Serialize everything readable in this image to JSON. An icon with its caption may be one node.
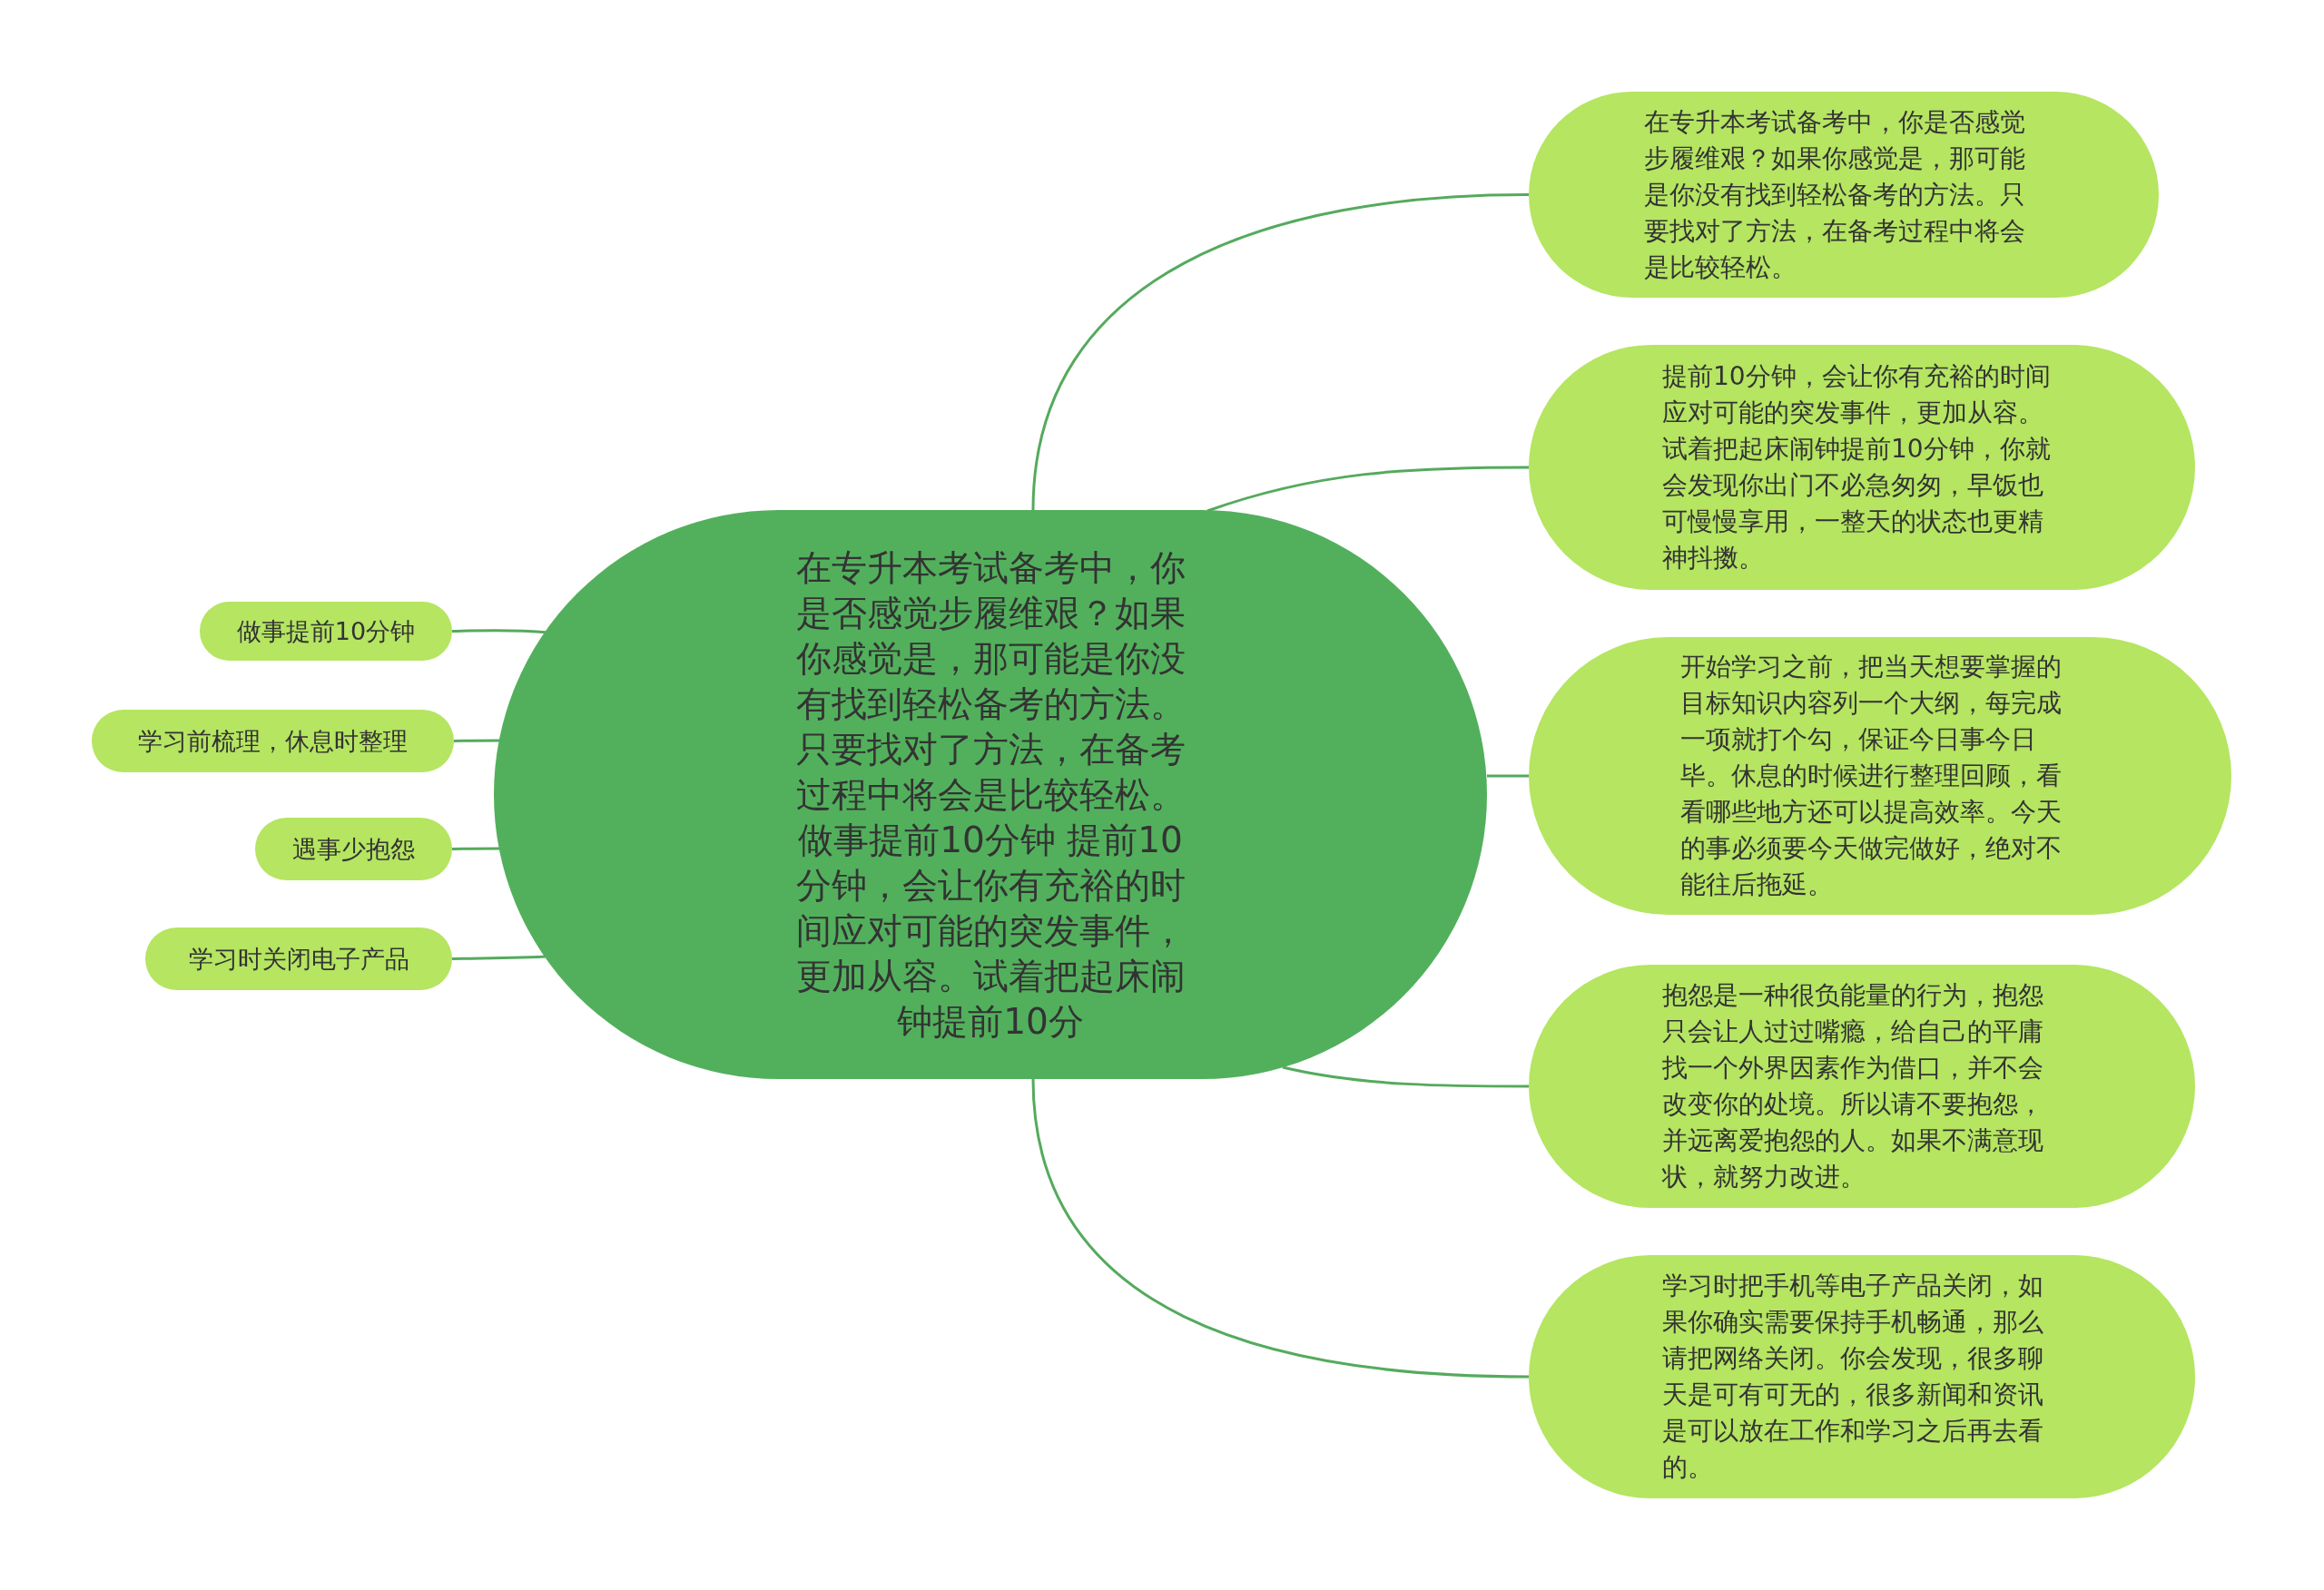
{
  "diagram": {
    "nodes": [
      {
        "text": [
          "在专升本考试备考中，你是否感觉步履维艰？如果你感觉是，那可能是你没有找到轻松备考的方法。只要找对了方法，在备考过程中将会是比较轻松。做事提前10分钟 提前10分钟，会让你有充裕的时间应对可能的突发事件，更加从容。试着把起床闹钟提前10分"
        ]
      },
      {
        "text": [
          "做事提前10分钟"
        ]
      },
      {
        "text": [
          "学习前梳理，休息时整理"
        ]
      },
      {
        "text": [
          "遇事少抱怨"
        ]
      },
      {
        "text": [
          "学习时关闭电子产品"
        ]
      },
      {
        "text": [
          "在专升本考试备考中，你是否感觉步履维艰？如果你感觉是，那可能是你没有找到轻松备考的方法。只要找对了方法，在备考过程中将会是比较轻松。"
        ]
      },
      {
        "text": [
          "提前10分钟，会让你有充裕的时间应对可能的突发事件，更加从容。试着把起床闹钟提前10分钟，你就会发现你出门不必急匆匆，早饭也可慢慢享用，一整天的状态也更精神抖擞。"
        ]
      },
      {
        "text": [
          "开始学习之前，把当天想要掌握的目标知识内容列一个大纲，每完成一项就打个勾，保证今日事今日毕。休息的时候进行整理回顾，看看哪些地方还可以提高效率。今天的事必须要今天做完做好，绝对不能往后拖延。"
        ]
      },
      {
        "text": [
          "抱怨是一种很负能量的行为，抱怨只会让人过过嘴瘾，给自己的平庸找一个外界因素作为借口，并不会改变你的处境。所以请不要抱怨，并远离爱抱怨的人。如果不满意现状，就努力改进。"
        ]
      },
      {
        "text": [
          "学习时把手机等电子产品关闭，如果你确实需要保持手机畅通，那么请把网络关闭。你会发现，很多聊天是可有可无的，很多新闻和资讯是可以放在工作和学习之后再去看的。"
        ]
      }
    ],
    "edges": [
      {
        "from": 0,
        "to": 1,
        "arrow": "none"
      },
      {
        "from": 0,
        "to": 2,
        "arrow": "none"
      },
      {
        "from": 0,
        "to": 3,
        "arrow": "none"
      },
      {
        "from": 0,
        "to": 4,
        "arrow": "none"
      },
      {
        "from": 0,
        "to": 5,
        "arrow": "none"
      },
      {
        "from": 0,
        "to": 6,
        "arrow": "none"
      },
      {
        "from": 0,
        "to": 7,
        "arrow": "none"
      },
      {
        "from": 0,
        "to": 8,
        "arrow": "none"
      },
      {
        "from": 0,
        "to": 9,
        "arrow": "none"
      }
    ]
  }
}
